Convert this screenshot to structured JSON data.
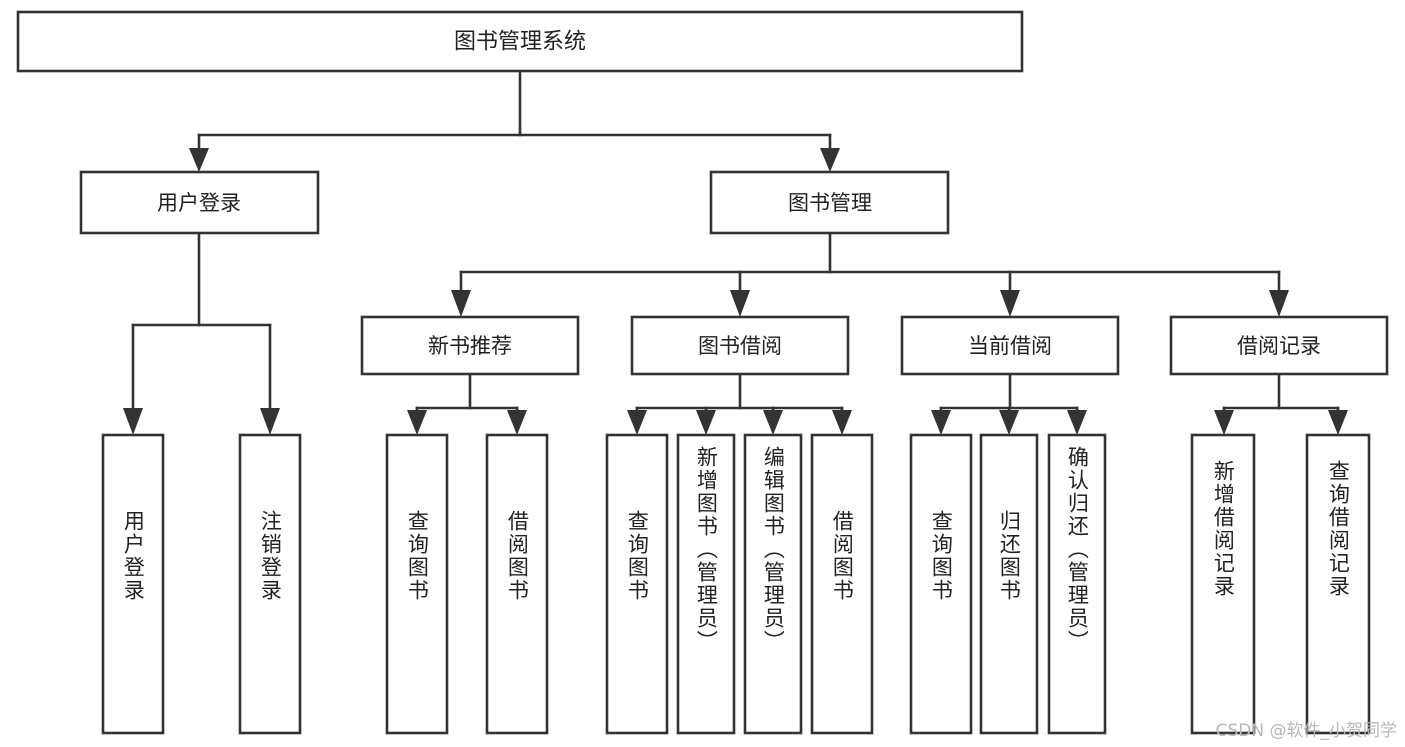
{
  "diagram": {
    "title": "图书管理系统",
    "type": "tree-hierarchy",
    "watermark": "CSDN @软件_小贺同学",
    "colors": {
      "stroke": "#333333",
      "box_fill": "#ffffff",
      "text": "#222222",
      "watermark": "#b8b8b8",
      "background": "#ffffff"
    },
    "root": {
      "label": "图书管理系统"
    },
    "level2": [
      {
        "label": "用户登录"
      },
      {
        "label": "图书管理"
      }
    ],
    "level3": [
      {
        "label": "新书推荐"
      },
      {
        "label": "图书借阅"
      },
      {
        "label": "当前借阅"
      },
      {
        "label": "借阅记录"
      }
    ],
    "leaves": {
      "user_login": [
        {
          "label": "用户登录"
        },
        {
          "label": "注销登录"
        }
      ],
      "new_book": [
        {
          "label": "查询图书"
        },
        {
          "label": "借阅图书"
        }
      ],
      "book_borrow": [
        {
          "label": "查询图书"
        },
        {
          "label": "新增图书（管理员）"
        },
        {
          "label": "编辑图书（管理员）"
        },
        {
          "label": "借阅图书"
        }
      ],
      "current_borrow": [
        {
          "label": "查询图书"
        },
        {
          "label": "归还图书"
        },
        {
          "label": "确认归还（管理员）"
        }
      ],
      "borrow_record": [
        {
          "label": "新增借阅记录"
        },
        {
          "label": "查询借阅记录"
        }
      ]
    }
  }
}
